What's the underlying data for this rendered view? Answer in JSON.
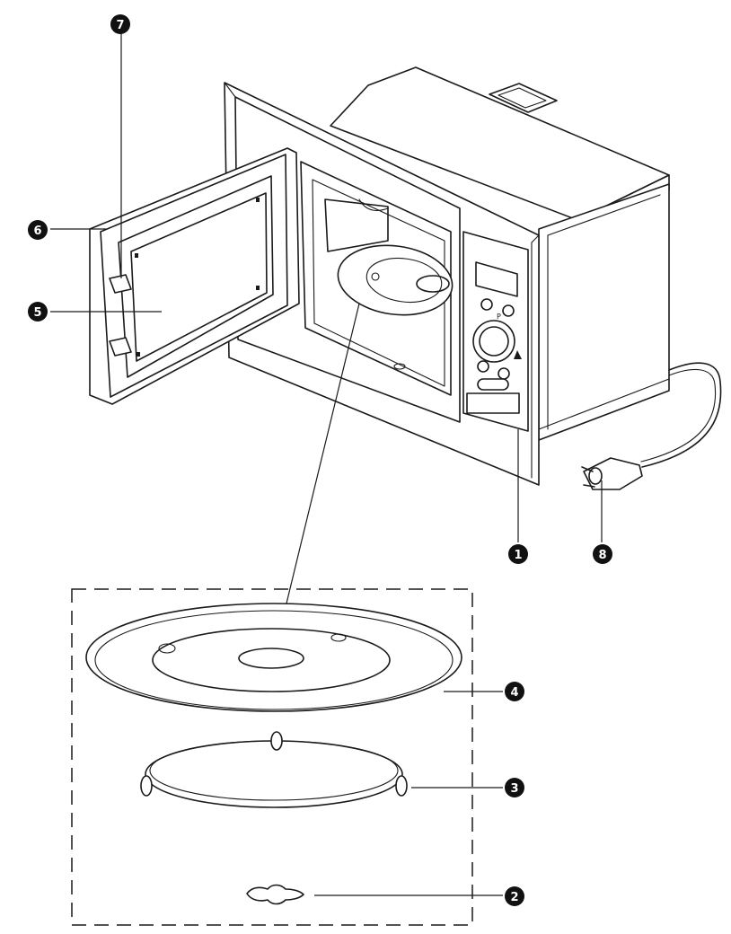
{
  "callouts": [
    {
      "id": "1",
      "label": "1"
    },
    {
      "id": "2",
      "label": "2"
    },
    {
      "id": "3",
      "label": "3"
    },
    {
      "id": "4",
      "label": "4"
    },
    {
      "id": "5",
      "label": "5"
    },
    {
      "id": "6",
      "label": "6"
    },
    {
      "id": "7",
      "label": "7"
    },
    {
      "id": "8",
      "label": "8"
    }
  ],
  "control_panel": {
    "button_p_label": "P"
  }
}
